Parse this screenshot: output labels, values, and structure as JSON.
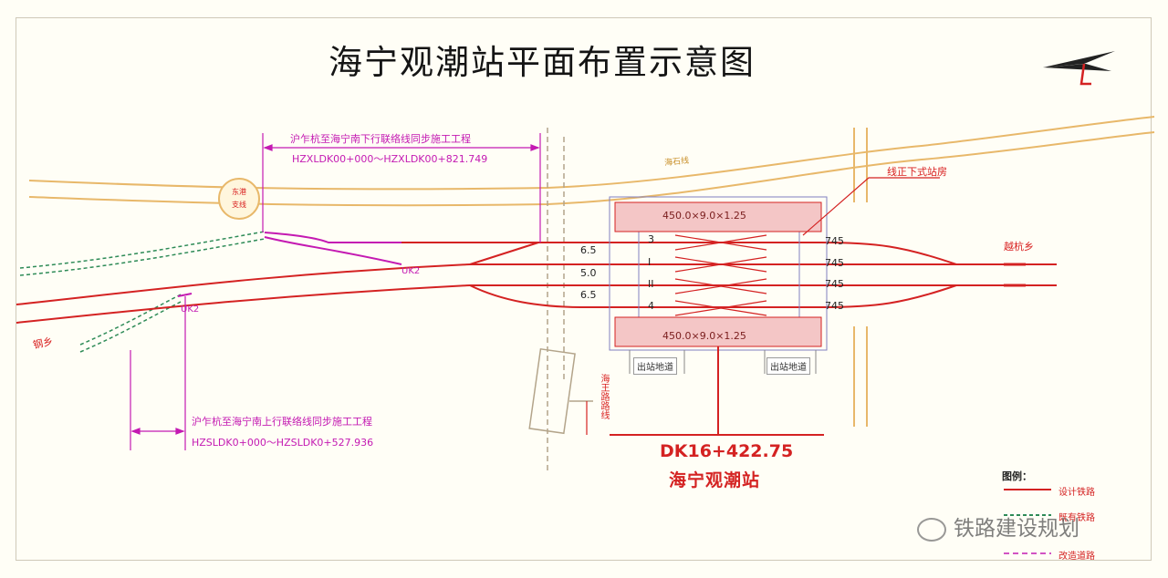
{
  "title": "海宁观潮站平面布置示意图",
  "downline": {
    "name": "沪乍杭至海宁南下行联络线同步施工工程",
    "range": "HZXLDK00+000～HZXLDK00+821.749"
  },
  "upline": {
    "name": "沪乍杭至海宁南上行联络线同步施工工程",
    "range": "HZSLDK0+000～HZSLDK0+527.936"
  },
  "platform_top": "450.0×9.0×1.25",
  "platform_bottom": "450.0×9.0×1.25",
  "track_spacings": [
    "6.5",
    "5.0",
    "6.5"
  ],
  "track_numbers": [
    "3",
    "I",
    "II",
    "4"
  ],
  "track_ends": [
    "745",
    "745",
    "745",
    "745"
  ],
  "labels": {
    "station_type": "线正下式站房",
    "circle_line1": "东港",
    "circle_line2": "支线",
    "road_name": "海石线",
    "uk_top": "UK2",
    "uk_bottom": "UK2",
    "to_right": "越杭乡",
    "to_left": "钢乡",
    "road_vertical": "海王路路线",
    "exit_left": "出站地道",
    "exit_right": "出站地道"
  },
  "station": {
    "km": "DK16+422.75",
    "name": "海宁观潮站"
  },
  "legend": {
    "title": "图例：",
    "items": [
      "设计铁路",
      "既有铁路",
      "改造道路"
    ]
  },
  "watermark": "铁路建设规划",
  "colors": {
    "design_rail": "#d42222",
    "existing_rail": "#2e8b57",
    "road": "#e8b86a",
    "annotation": "#c41ab2",
    "platform": "#f4c6c6"
  },
  "icons": [
    "north-arrow-icon",
    "wechat-icon"
  ]
}
